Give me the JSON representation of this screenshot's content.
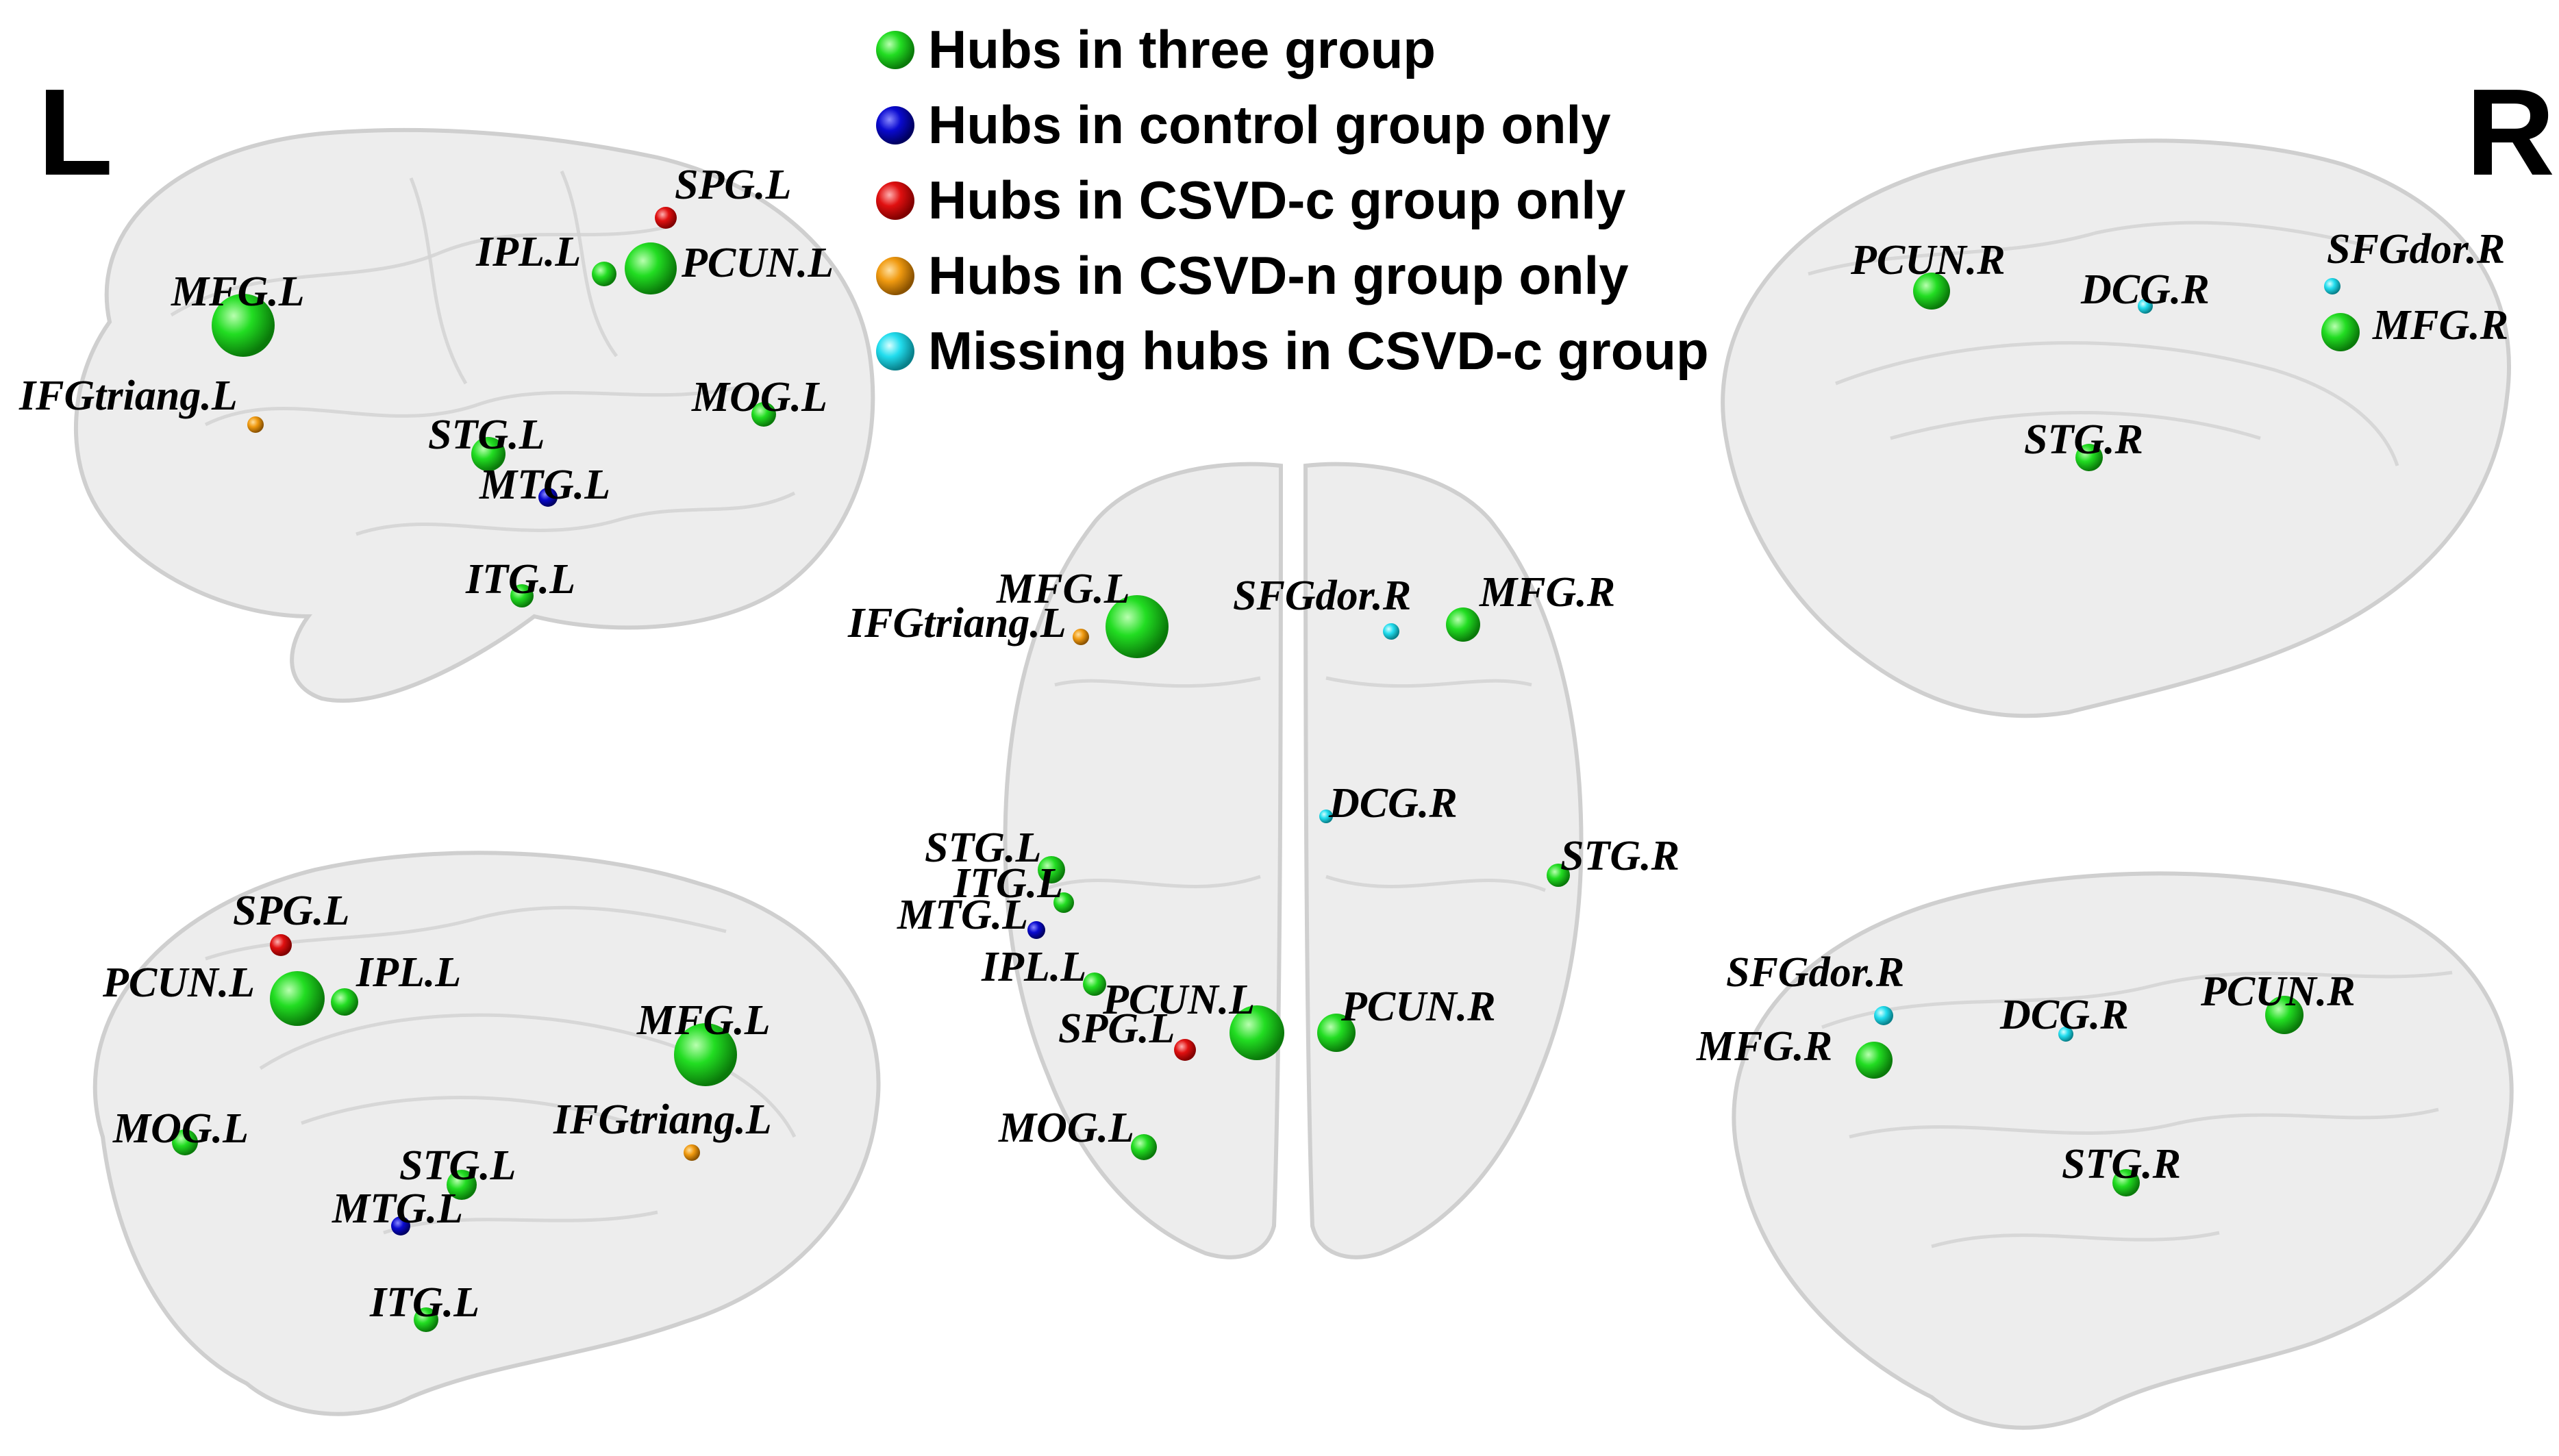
{
  "side_labels": {
    "left": "L",
    "right": "R"
  },
  "colors": {
    "green": "#22dd22",
    "blue": "#0a0ad0",
    "red": "#e01010",
    "orange": "#f09a10",
    "cyan": "#22ddee"
  },
  "legend": [
    {
      "color": "#22dd22",
      "label": "Hubs in three group"
    },
    {
      "color": "#0a0ad0",
      "label": "Hubs in control group only"
    },
    {
      "color": "#e01010",
      "label": "Hubs in CSVD-c group only"
    },
    {
      "color": "#f09a10",
      "label": "Hubs in CSVD-n group only"
    },
    {
      "color": "#22ddee",
      "label": "Missing hubs in CSVD-c group"
    }
  ],
  "views": {
    "left_lateral": {
      "nodes": [
        {
          "label": "SPG.L",
          "color": "red"
        },
        {
          "label": "IPL.L",
          "color": "green"
        },
        {
          "label": "PCUN.L",
          "color": "green"
        },
        {
          "label": "MFG.L",
          "color": "green"
        },
        {
          "label": "IFGtriang.L",
          "color": "orange"
        },
        {
          "label": "MOG.L",
          "color": "green"
        },
        {
          "label": "STG.L",
          "color": "green"
        },
        {
          "label": "MTG.L",
          "color": "blue"
        },
        {
          "label": "ITG.L",
          "color": "green"
        }
      ]
    },
    "left_medial": {
      "nodes": [
        {
          "label": "SPG.L",
          "color": "red"
        },
        {
          "label": "PCUN.L",
          "color": "green"
        },
        {
          "label": "IPL.L",
          "color": "green"
        },
        {
          "label": "MFG.L",
          "color": "green"
        },
        {
          "label": "MOG.L",
          "color": "green"
        },
        {
          "label": "IFGtriang.L",
          "color": "orange"
        },
        {
          "label": "STG.L",
          "color": "green"
        },
        {
          "label": "MTG.L",
          "color": "blue"
        },
        {
          "label": "ITG.L",
          "color": "green"
        }
      ]
    },
    "dorsal": {
      "nodes": [
        {
          "label": "MFG.L",
          "color": "green"
        },
        {
          "label": "IFGtriang.L",
          "color": "orange"
        },
        {
          "label": "SFGdor.R",
          "color": "cyan"
        },
        {
          "label": "MFG.R",
          "color": "green"
        },
        {
          "label": "DCG.R",
          "color": "cyan"
        },
        {
          "label": "STG.L",
          "color": "green"
        },
        {
          "label": "ITG.L",
          "color": "green"
        },
        {
          "label": "MTG.L",
          "color": "blue"
        },
        {
          "label": "STG.R",
          "color": "green"
        },
        {
          "label": "IPL.L",
          "color": "green"
        },
        {
          "label": "PCUN.L",
          "color": "green"
        },
        {
          "label": "SPG.L",
          "color": "red"
        },
        {
          "label": "PCUN.R",
          "color": "green"
        },
        {
          "label": "MOG.L",
          "color": "green"
        }
      ]
    },
    "right_medial": {
      "nodes": [
        {
          "label": "PCUN.R",
          "color": "green"
        },
        {
          "label": "DCG.R",
          "color": "cyan"
        },
        {
          "label": "SFGdor.R",
          "color": "cyan"
        },
        {
          "label": "MFG.R",
          "color": "green"
        },
        {
          "label": "STG.R",
          "color": "green"
        }
      ]
    },
    "right_lateral": {
      "nodes": [
        {
          "label": "SFGdor.R",
          "color": "cyan"
        },
        {
          "label": "MFG.R",
          "color": "green"
        },
        {
          "label": "DCG.R",
          "color": "cyan"
        },
        {
          "label": "PCUN.R",
          "color": "green"
        },
        {
          "label": "STG.R",
          "color": "green"
        }
      ]
    }
  }
}
